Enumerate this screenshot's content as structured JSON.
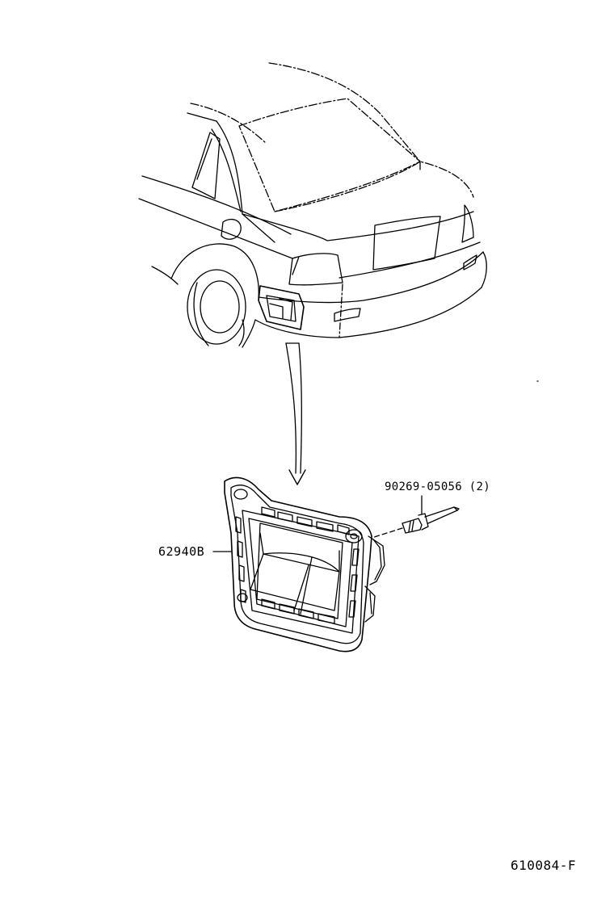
{
  "labels": {
    "part_a": "62940B",
    "part_b": "90269-05056 (2)",
    "figure_id": "610084-F"
  }
}
